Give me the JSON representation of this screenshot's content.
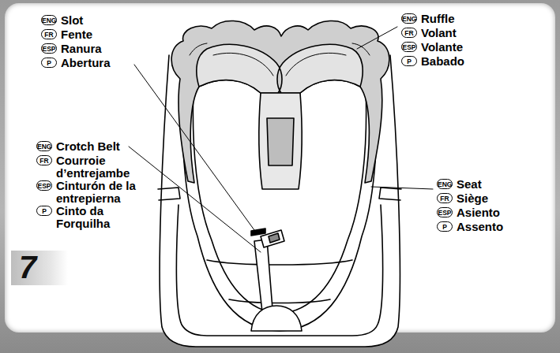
{
  "diagram": {
    "nodes": [
      {
        "text": [
          "ENG",
          "Slot"
        ]
      },
      {
        "text": [
          "FR",
          "Fente"
        ]
      },
      {
        "text": [
          "ESP",
          "Ranura"
        ]
      },
      {
        "text": [
          "P",
          "Abertura"
        ]
      },
      {
        "text": [
          "ENG",
          "Ruffle"
        ]
      },
      {
        "text": [
          "FR",
          "Volant"
        ]
      },
      {
        "text": [
          "ESP",
          "Volante"
        ]
      },
      {
        "text": [
          "P",
          "Babado"
        ]
      },
      {
        "text": [
          "ENG",
          "Crotch Belt"
        ]
      },
      {
        "text": [
          "FR",
          "Courroie d’entrejambe"
        ]
      },
      {
        "text": [
          "ESP",
          "Cinturón de la entrepierna"
        ]
      },
      {
        "text": [
          "P",
          "Cinto da Forquilha"
        ]
      },
      {
        "text": [
          "ENG",
          "Seat"
        ]
      },
      {
        "text": [
          "FR",
          "Siège"
        ]
      },
      {
        "text": [
          "ESP",
          "Asiento"
        ]
      },
      {
        "text": [
          "P",
          "Assento"
        ]
      },
      {
        "text": [
          "7"
        ]
      }
    ]
  }
}
